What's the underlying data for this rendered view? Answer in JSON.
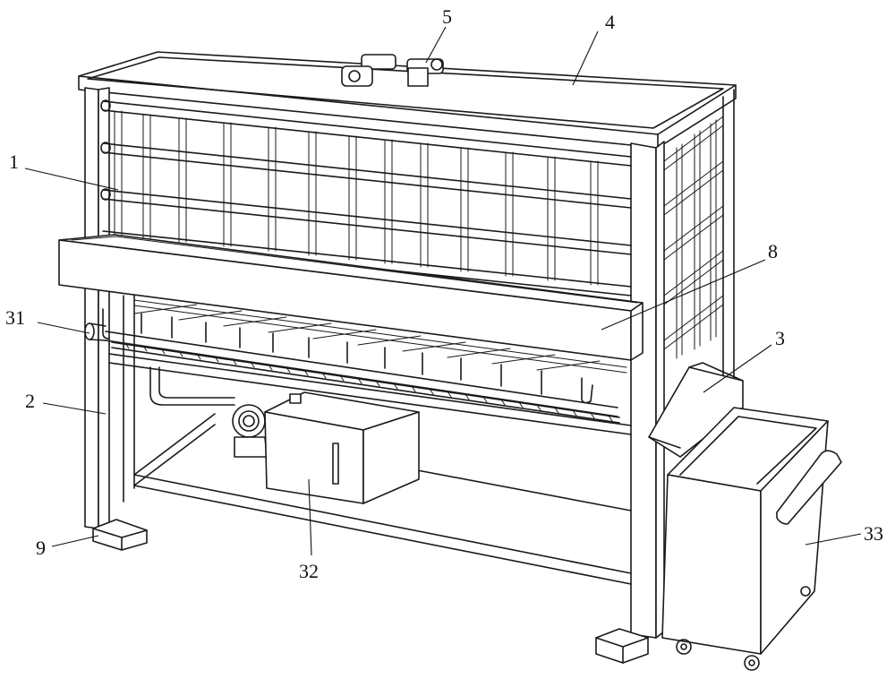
{
  "labels": [
    {
      "id": "1",
      "text": "1"
    },
    {
      "id": "2",
      "text": "2"
    },
    {
      "id": "3",
      "text": "3"
    },
    {
      "id": "4",
      "text": "4"
    },
    {
      "id": "5",
      "text": "5"
    },
    {
      "id": "8",
      "text": "8"
    },
    {
      "id": "9",
      "text": "9"
    },
    {
      "id": "31",
      "text": "31"
    },
    {
      "id": "32",
      "text": "32"
    },
    {
      "id": "33",
      "text": "33"
    }
  ]
}
